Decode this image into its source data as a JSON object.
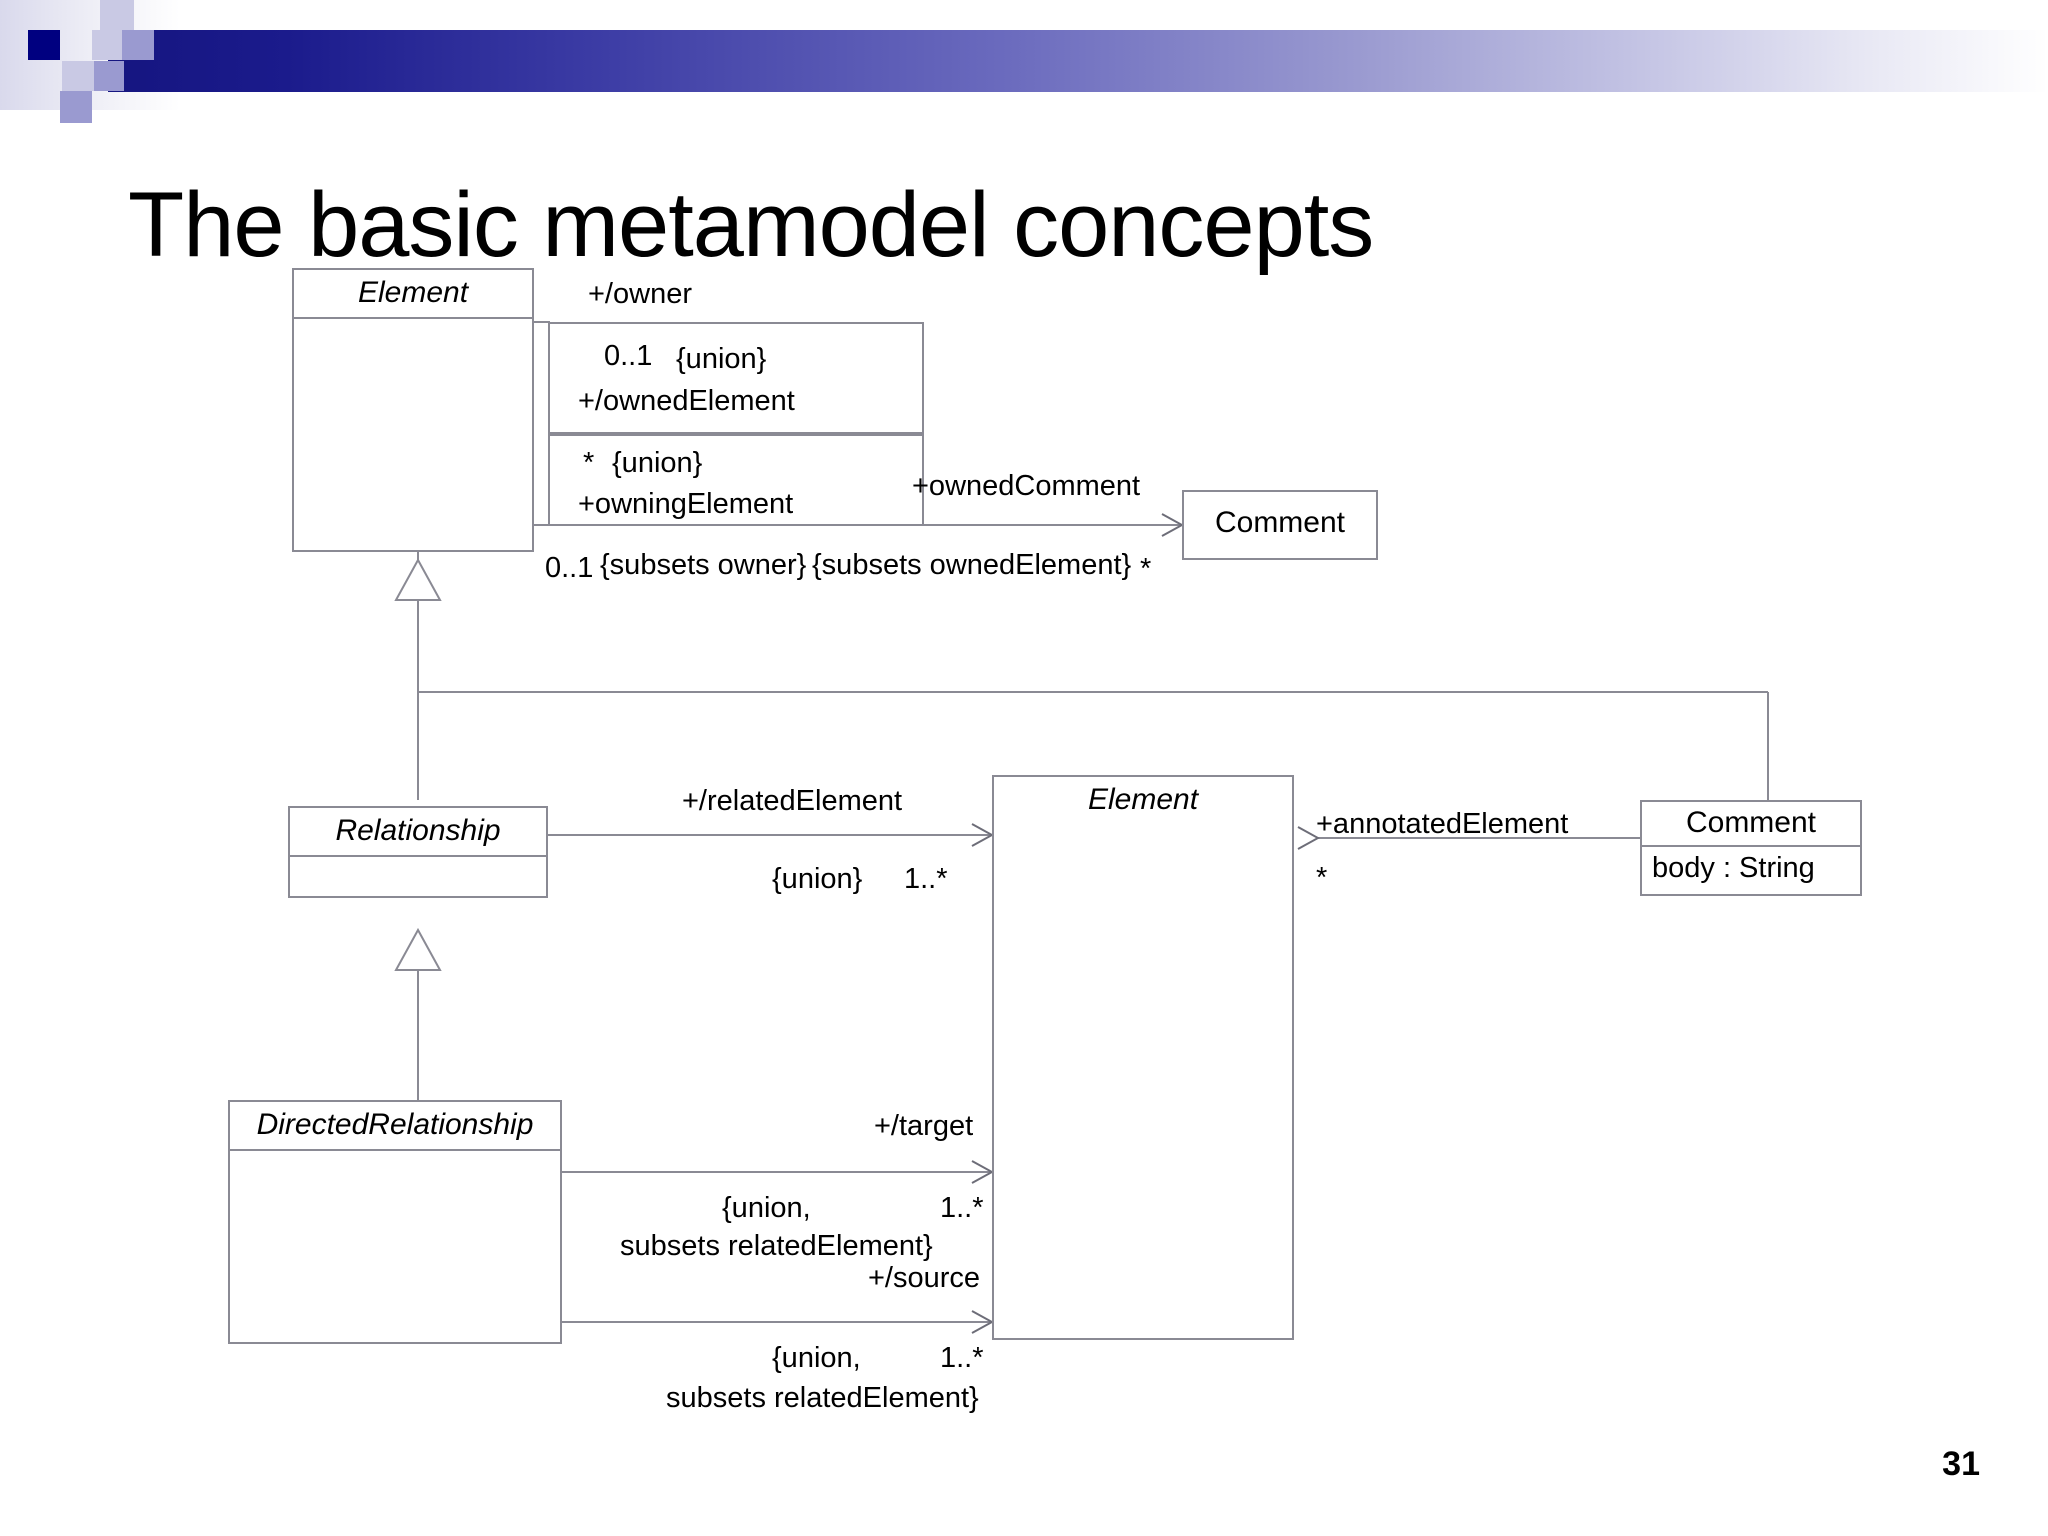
{
  "slide": {
    "title": "The basic metamodel concepts",
    "page_number": "31",
    "accent_dark": "#151580",
    "accent_mid": "#9a9ad0",
    "accent_light": "#c8c8e6",
    "line_color": "#8a8a94"
  },
  "classes": {
    "element_top": {
      "name": "Element"
    },
    "comment_top": {
      "name": "Comment"
    },
    "relationship": {
      "name": "Relationship",
      "compartment": ""
    },
    "element_mid": {
      "name": "Element"
    },
    "comment_mid": {
      "name": "Comment",
      "attribute": "body : String"
    },
    "directed_relationship": {
      "name": "DirectedRelationship",
      "compartment": ""
    }
  },
  "associations": {
    "owner": {
      "role_a": "+/owner",
      "mult_a": "0..1",
      "constraint_a": "{union}",
      "role_b": "+/ownedElement",
      "mult_b": "*",
      "constraint_b": "{union}"
    },
    "owning_element": {
      "role": "+owningElement",
      "mult": "0..1",
      "constraint": "{subsets owner}"
    },
    "owned_comment": {
      "role": "+ownedComment",
      "mult": "*",
      "constraint": "{subsets ownedElement}"
    },
    "related_element": {
      "role": "+/relatedElement",
      "constraint": "{union}",
      "mult": "1..*"
    },
    "annotated_element": {
      "role": "+annotatedElement",
      "mult": "*"
    },
    "target": {
      "role": "+/target",
      "constraint_line1": "{union,",
      "constraint_line2": "subsets relatedElement}",
      "mult": "1..*"
    },
    "source": {
      "role": "+/source",
      "constraint_line1": "{union,",
      "constraint_line2": "subsets relatedElement}",
      "mult": "1..*"
    }
  }
}
